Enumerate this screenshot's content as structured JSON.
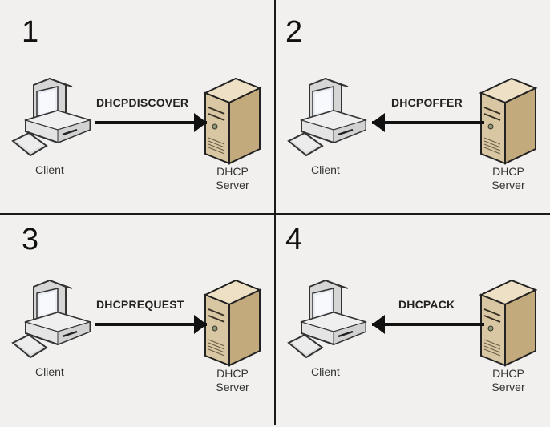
{
  "diagram": {
    "title": "DHCP DORA process",
    "panels": [
      {
        "step": "1",
        "message": "DHCPDISCOVER",
        "direction": "client-to-server",
        "client_label": "Client",
        "server_label_line1": "DHCP",
        "server_label_line2": "Server"
      },
      {
        "step": "2",
        "message": "DHCPOFFER",
        "direction": "server-to-client",
        "client_label": "Client",
        "server_label_line1": "DHCP",
        "server_label_line2": "Server"
      },
      {
        "step": "3",
        "message": "DHCPREQUEST",
        "direction": "client-to-server",
        "client_label": "Client",
        "server_label_line1": "DHCP",
        "server_label_line2": "Server"
      },
      {
        "step": "4",
        "message": "DHCPACK",
        "direction": "server-to-client",
        "client_label": "Client",
        "server_label_line1": "DHCP",
        "server_label_line2": "Server"
      }
    ]
  },
  "colors": {
    "background": "#f1f0ee",
    "divider": "#1a1a1a",
    "arrow": "#111111",
    "server_face": "#d9c7a3",
    "server_side": "#c2aa7d",
    "client_body": "#e2e2e2"
  }
}
